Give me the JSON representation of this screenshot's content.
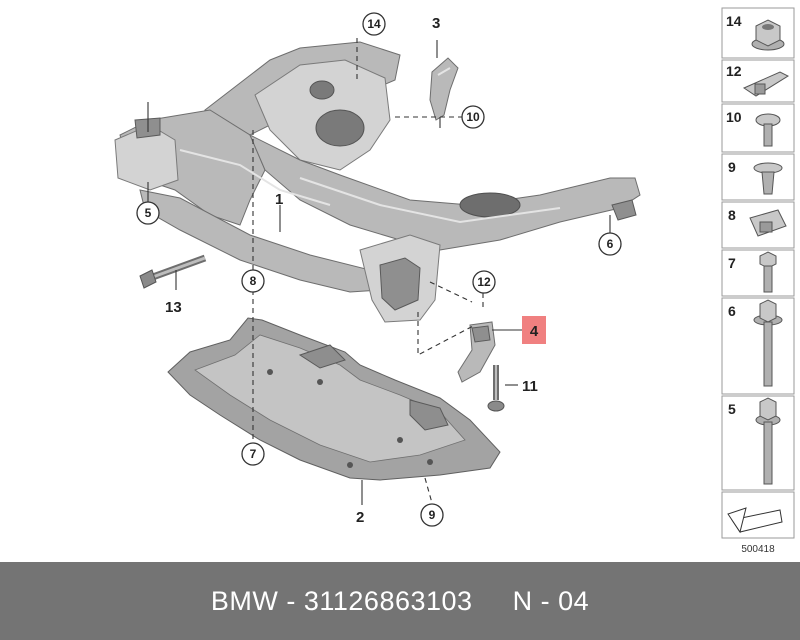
{
  "callouts": {
    "c1": "1",
    "c2": "2",
    "c3": "3",
    "c4": "4",
    "c5": "5",
    "c6": "6",
    "c7": "7",
    "c8": "8",
    "c9": "9",
    "c10": "10",
    "c11": "11",
    "c12": "12",
    "c13": "13",
    "c14": "14"
  },
  "highlight_color": "#f08080",
  "parts_list": [
    "14",
    "12",
    "10",
    "9",
    "8",
    "7",
    "6",
    "5"
  ],
  "reference_code": "500418",
  "footer": {
    "brand": "BMW",
    "part_number": "31126863103",
    "position": "N - 04"
  }
}
